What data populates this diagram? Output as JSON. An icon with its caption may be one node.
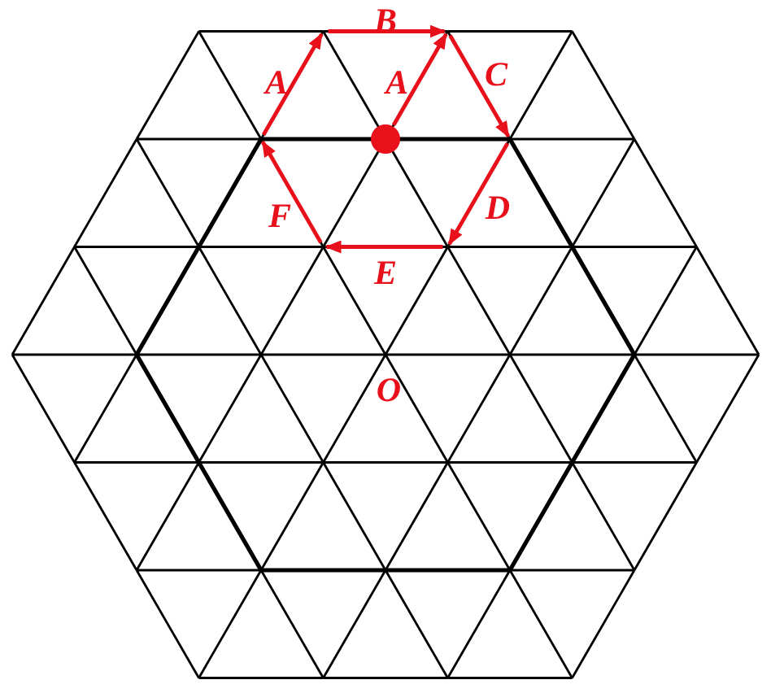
{
  "diagram": {
    "labels": [
      "B",
      "A",
      "A",
      "C",
      "F",
      "D",
      "E",
      "O"
    ]
  }
}
